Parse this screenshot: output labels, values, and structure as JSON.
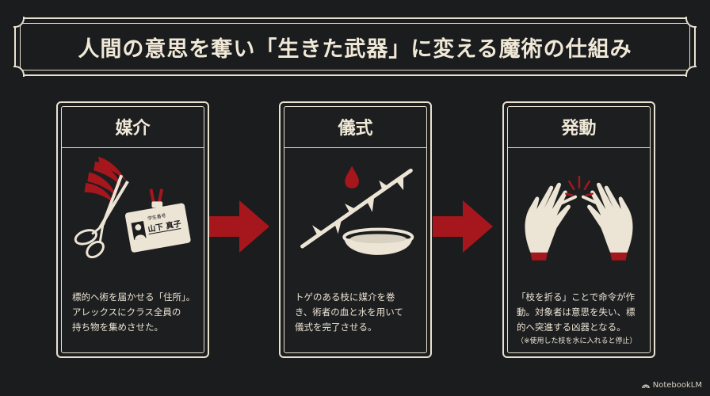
{
  "title": "人間の意思を奪い「生きた武器」に変える魔術の仕組み",
  "cards": [
    {
      "heading": "媒介",
      "text": "標的へ術を届かせる「住所」。\nアレックスにクラス全員の\n持ち物を集めさせた。",
      "badge_header": "学生番号",
      "badge_name": "山下 真子"
    },
    {
      "heading": "儀式",
      "text": "トゲのある枝に媒介を巻\nき、術者の血と水を用いて\n儀式を完了させる。"
    },
    {
      "heading": "発動",
      "text": "「枝を折る」ことで命令が作\n動。対象者は意思を失い、標\n的へ突進する凶器となる。",
      "note": "（※使用した枝を水に入れると停止）"
    }
  ],
  "branding": "NotebookLM",
  "colors": {
    "accent_red": "#a6161d",
    "cream": "#ece4d4",
    "background": "#1b1c1e"
  }
}
